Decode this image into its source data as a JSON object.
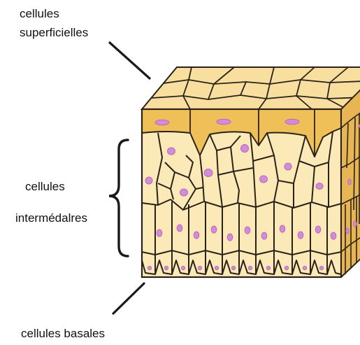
{
  "labels": {
    "superficial_line1": "cellules",
    "superficial_line2": "superficielles",
    "intermediate_line1": "cellules",
    "intermediate_line2": "intermédalres",
    "basal": "cellules basales"
  },
  "colors": {
    "cell_fill": "#fbe9b8",
    "top_fill": "#f8dfa0",
    "superficial_fill": "#efbf58",
    "side_fill": "#e7b553",
    "membrane": "#2a2218",
    "nucleus": "#d48bd8",
    "nucleus_edge": "#b569bd",
    "text": "#111111"
  }
}
